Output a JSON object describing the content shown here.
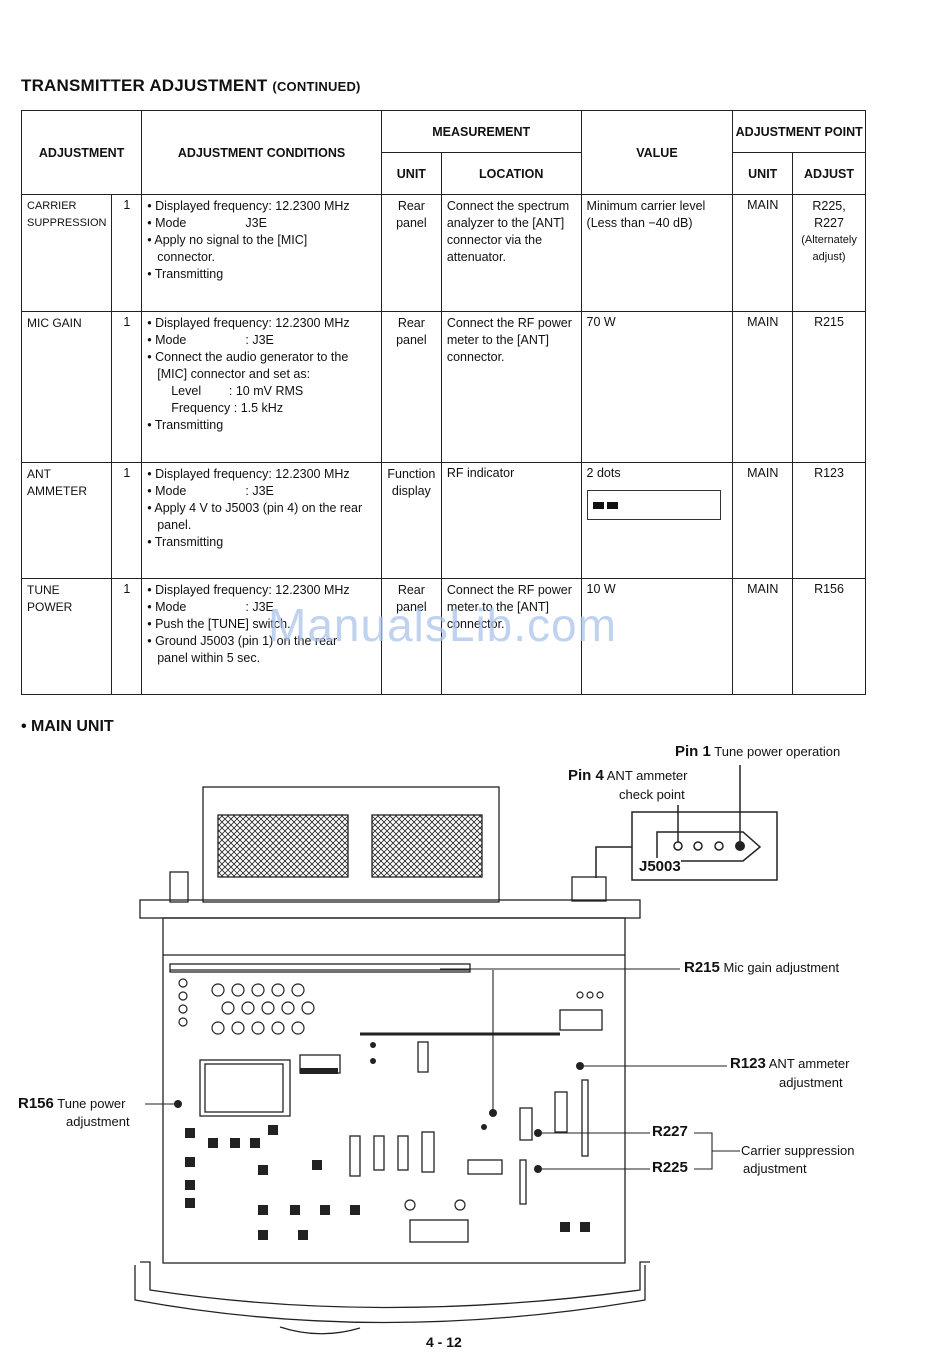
{
  "heading": {
    "main": "TRANSMITTER ADJUSTMENT",
    "suffix": "(CONTINUED)"
  },
  "table": {
    "headers": {
      "adjustment": "ADJUSTMENT",
      "conditions": "ADJUSTMENT CONDITIONS",
      "measurement": "MEASUREMENT",
      "unit": "UNIT",
      "location": "LOCATION",
      "value": "VALUE",
      "point": "ADJUSTMENT POINT",
      "point_unit": "UNIT",
      "point_adjust": "ADJUST"
    },
    "rows": [
      {
        "name": "CARRIER SUPPRESSION",
        "step": "1",
        "conditions": [
          "• Displayed frequency: 12.2300 MHz",
          "• Mode                 J3E",
          "• Apply no signal to the [MIC]",
          "connector.",
          "• Transmitting"
        ],
        "unit": "Rear panel",
        "location": "Connect the spectrum analyzer to the [ANT] connector via the attenuator.",
        "value": "Minimum carrier level (Less than −40 dB)",
        "point_unit": "MAIN",
        "adjust": "R225, R227",
        "adjust_note": "(Alternately adjust)"
      },
      {
        "name": "MIC GAIN",
        "step": "1",
        "conditions": [
          "• Displayed frequency: 12.2300 MHz",
          "• Mode                 : J3E",
          "• Connect the audio generator to the",
          "[MIC] connector and set as:",
          "Level        : 10 mV RMS",
          "Frequency : 1.5 kHz",
          "• Transmitting"
        ],
        "unit": "Rear panel",
        "location": "Connect the RF power meter to the [ANT] connector.",
        "value": "70 W",
        "point_unit": "MAIN",
        "adjust": "R215"
      },
      {
        "name": "ANT AMMETER",
        "step": "1",
        "conditions": [
          "• Displayed frequency: 12.2300 MHz",
          "• Mode                 : J3E",
          "• Apply 4 V to J5003 (pin 4) on the rear",
          "panel.",
          "• Transmitting"
        ],
        "unit": "Function display",
        "location": "RF indicator",
        "value": "2 dots",
        "point_unit": "MAIN",
        "adjust": "R123"
      },
      {
        "name": "TUNE POWER",
        "step": "1",
        "conditions": [
          "• Displayed frequency: 12.2300 MHz",
          "• Mode                 : J3E",
          "• Push the [TUNE] switch.",
          "• Ground J5003 (pin 1) on the rear",
          "panel within 5 sec."
        ],
        "unit": "Rear panel",
        "location": "Connect the RF power meter to the [ANT] connector.",
        "value": "10 W",
        "point_unit": "MAIN",
        "adjust": "R156"
      }
    ]
  },
  "section_title": "• MAIN UNIT",
  "diagram": {
    "pin1": {
      "id": "Pin 1",
      "desc": "Tune power operation"
    },
    "pin4": {
      "id": "Pin 4",
      "desc1": "ANT ammeter",
      "desc2": "check point"
    },
    "connector": "J5003",
    "r215": {
      "id": "R215",
      "desc": "Mic gain adjustment"
    },
    "r123": {
      "id": "R123",
      "desc1": "ANT ammeter",
      "desc2": "adjustment"
    },
    "r227": "R227",
    "r225": "R225",
    "carrier": {
      "desc1": "Carrier suppression",
      "desc2": "adjustment"
    },
    "r156": {
      "id": "R156",
      "desc1": "Tune power",
      "desc2": "adjustment"
    }
  },
  "watermark": "ManualsLib.com",
  "page_number": "4 - 12"
}
